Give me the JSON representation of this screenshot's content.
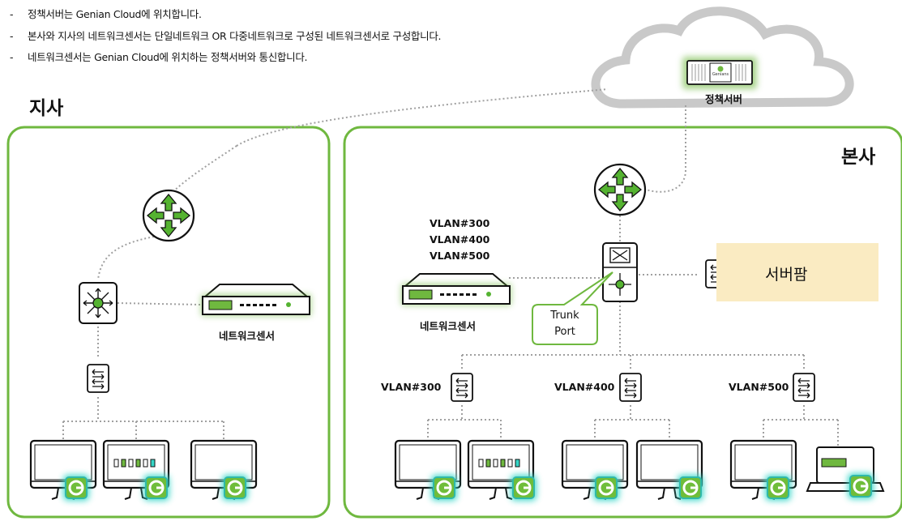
{
  "notes": [
    "정책서버는 Genian Cloud에 위치합니다.",
    "본사와 지사의 네트워크센서는 단일네트워크 OR 다중네트워크로 구성된 네트워크센서로 구성합니다.",
    "네트워크센서는 Genian Cloud에 위치하는 정책서버와 통신합니다."
  ],
  "note_marker": "-",
  "branch": {
    "title": "지사",
    "sensor_label": "네트워크센서"
  },
  "hq": {
    "title": "본사",
    "sensor_label": "네트워크센서",
    "sensor_vlans": [
      "VLAN#300",
      "VLAN#400",
      "VLAN#500"
    ],
    "trunk_line1": "Trunk",
    "trunk_line2": "Port",
    "server_farm": "서버팜",
    "access_switches": [
      {
        "vlan": "VLAN#300"
      },
      {
        "vlan": "VLAN#400"
      },
      {
        "vlan": "VLAN#500"
      }
    ]
  },
  "cloud": {
    "server_label": "정책서버",
    "brand": "Genians"
  },
  "colors": {
    "green": "#6fb83f",
    "router_green": "#55b331",
    "teal_glow": "#35d6c7",
    "cloud": "#c9c9c9",
    "server_farm": "#faebc2"
  }
}
